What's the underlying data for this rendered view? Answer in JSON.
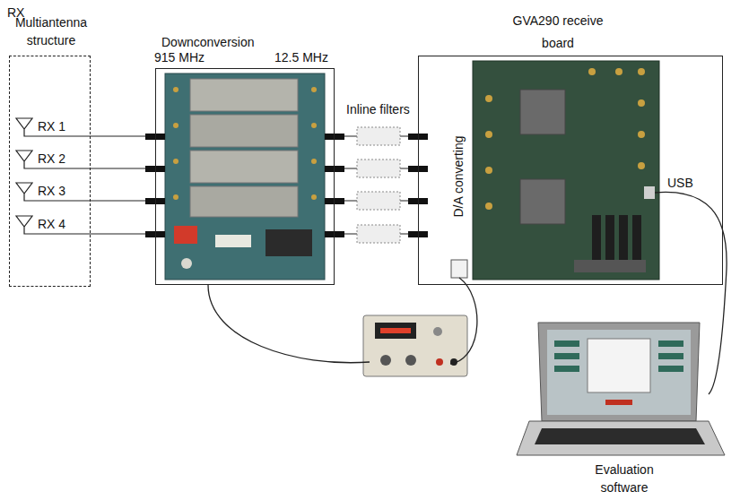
{
  "diagram": {
    "nodes": [
      {
        "text": [
          "Multiantenna structure"
        ]
      },
      {
        "text": [
          "Downconversion"
        ]
      },
      {
        "text": [
          "GVA290 receive board",
          "D/A converting"
        ]
      }
    ],
    "edges": [
      {
        "from": 0,
        "to": 1,
        "arrow": "none"
      },
      {
        "from": 0,
        "to": 1,
        "arrow": "none"
      },
      {
        "from": 0,
        "to": 1,
        "arrow": "none"
      },
      {
        "from": 0,
        "to": 1,
        "arrow": "none"
      },
      {
        "from": 1,
        "to": 2,
        "arrow": "none"
      },
      {
        "from": 1,
        "to": 2,
        "arrow": "none"
      },
      {
        "from": 1,
        "to": 2,
        "arrow": "none"
      },
      {
        "from": 1,
        "to": 2,
        "arrow": "none"
      }
    ],
    "labels": [
      "RX",
      "RX 1",
      "RX 2",
      "RX 3",
      "RX 4",
      "915 MHz",
      "12.5 MHz",
      "Inline filters",
      "USB",
      "Evaluation software"
    ]
  }
}
